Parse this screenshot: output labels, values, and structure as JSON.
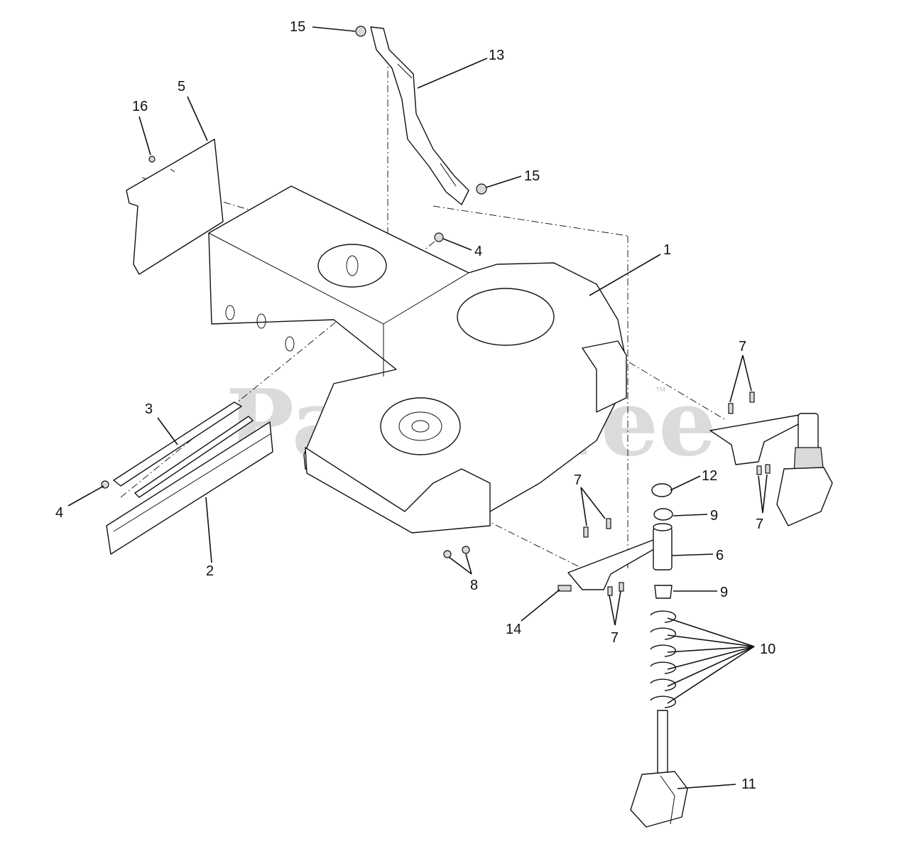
{
  "watermark": {
    "text": "PartsTree",
    "trademark": "™"
  },
  "callouts": [
    {
      "id": "c15a",
      "label": "15"
    },
    {
      "id": "c13",
      "label": "13"
    },
    {
      "id": "c5",
      "label": "5"
    },
    {
      "id": "c16",
      "label": "16"
    },
    {
      "id": "c15b",
      "label": "15"
    },
    {
      "id": "c4a",
      "label": "4"
    },
    {
      "id": "c1",
      "label": "1"
    },
    {
      "id": "c7a",
      "label": "7"
    },
    {
      "id": "c3",
      "label": "3"
    },
    {
      "id": "c4b",
      "label": "4"
    },
    {
      "id": "c2",
      "label": "2"
    },
    {
      "id": "c12",
      "label": "12"
    },
    {
      "id": "c7b",
      "label": "7"
    },
    {
      "id": "c7c",
      "label": "7"
    },
    {
      "id": "c9a",
      "label": "9"
    },
    {
      "id": "c6",
      "label": "6"
    },
    {
      "id": "c8",
      "label": "8"
    },
    {
      "id": "c9b",
      "label": "9"
    },
    {
      "id": "c14",
      "label": "14"
    },
    {
      "id": "c7d",
      "label": "7"
    },
    {
      "id": "c10",
      "label": "10"
    },
    {
      "id": "c11",
      "label": "11"
    }
  ]
}
